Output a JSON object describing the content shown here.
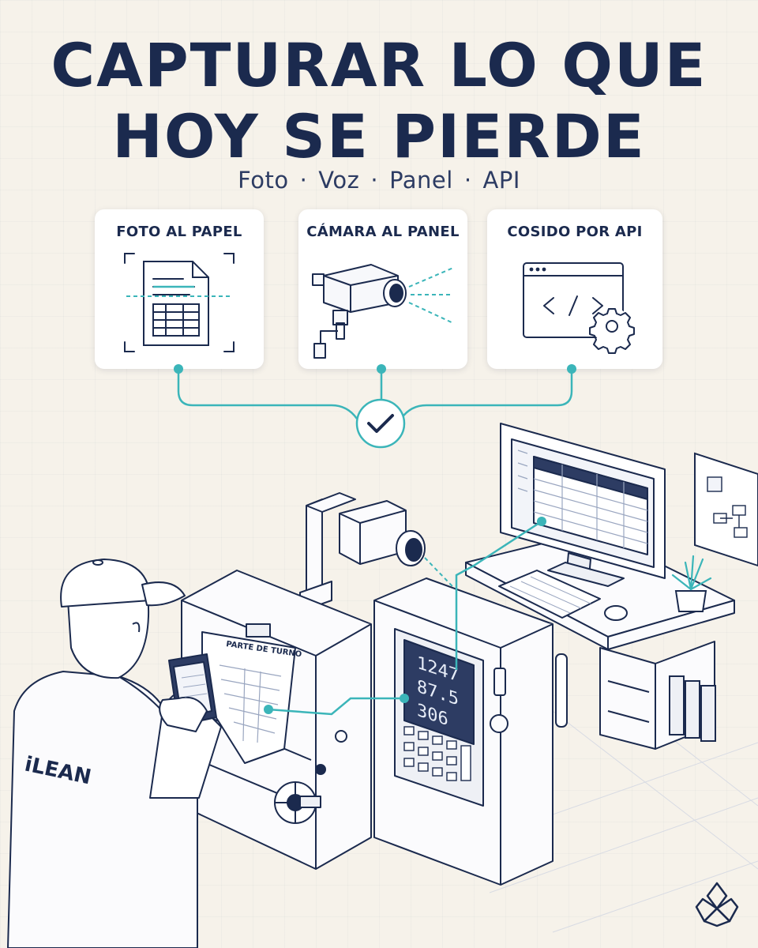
{
  "title": {
    "line1": "CAPTURAR LO QUE",
    "line2": "HOY SE PIERDE"
  },
  "subtitle": {
    "items": [
      "Foto",
      "Voz",
      "Panel",
      "API"
    ],
    "separator": "·"
  },
  "cards": [
    {
      "title": "FOTO AL PAPEL",
      "icon": "document-scan-icon"
    },
    {
      "title": "CÁMARA AL PANEL",
      "icon": "security-camera-icon"
    },
    {
      "title": "COSIDO POR API",
      "icon": "code-window-gear-icon"
    }
  ],
  "scene": {
    "clipboard_label": "PARTE DE TURNO",
    "panel_readings": [
      "1247",
      "87.5",
      "306"
    ],
    "worker_logo": "iLEAN"
  },
  "colors": {
    "navy": "#1b2a4e",
    "teal": "#3bb5b9",
    "background": "#f6f2ea",
    "screen": "#2d3c63"
  }
}
